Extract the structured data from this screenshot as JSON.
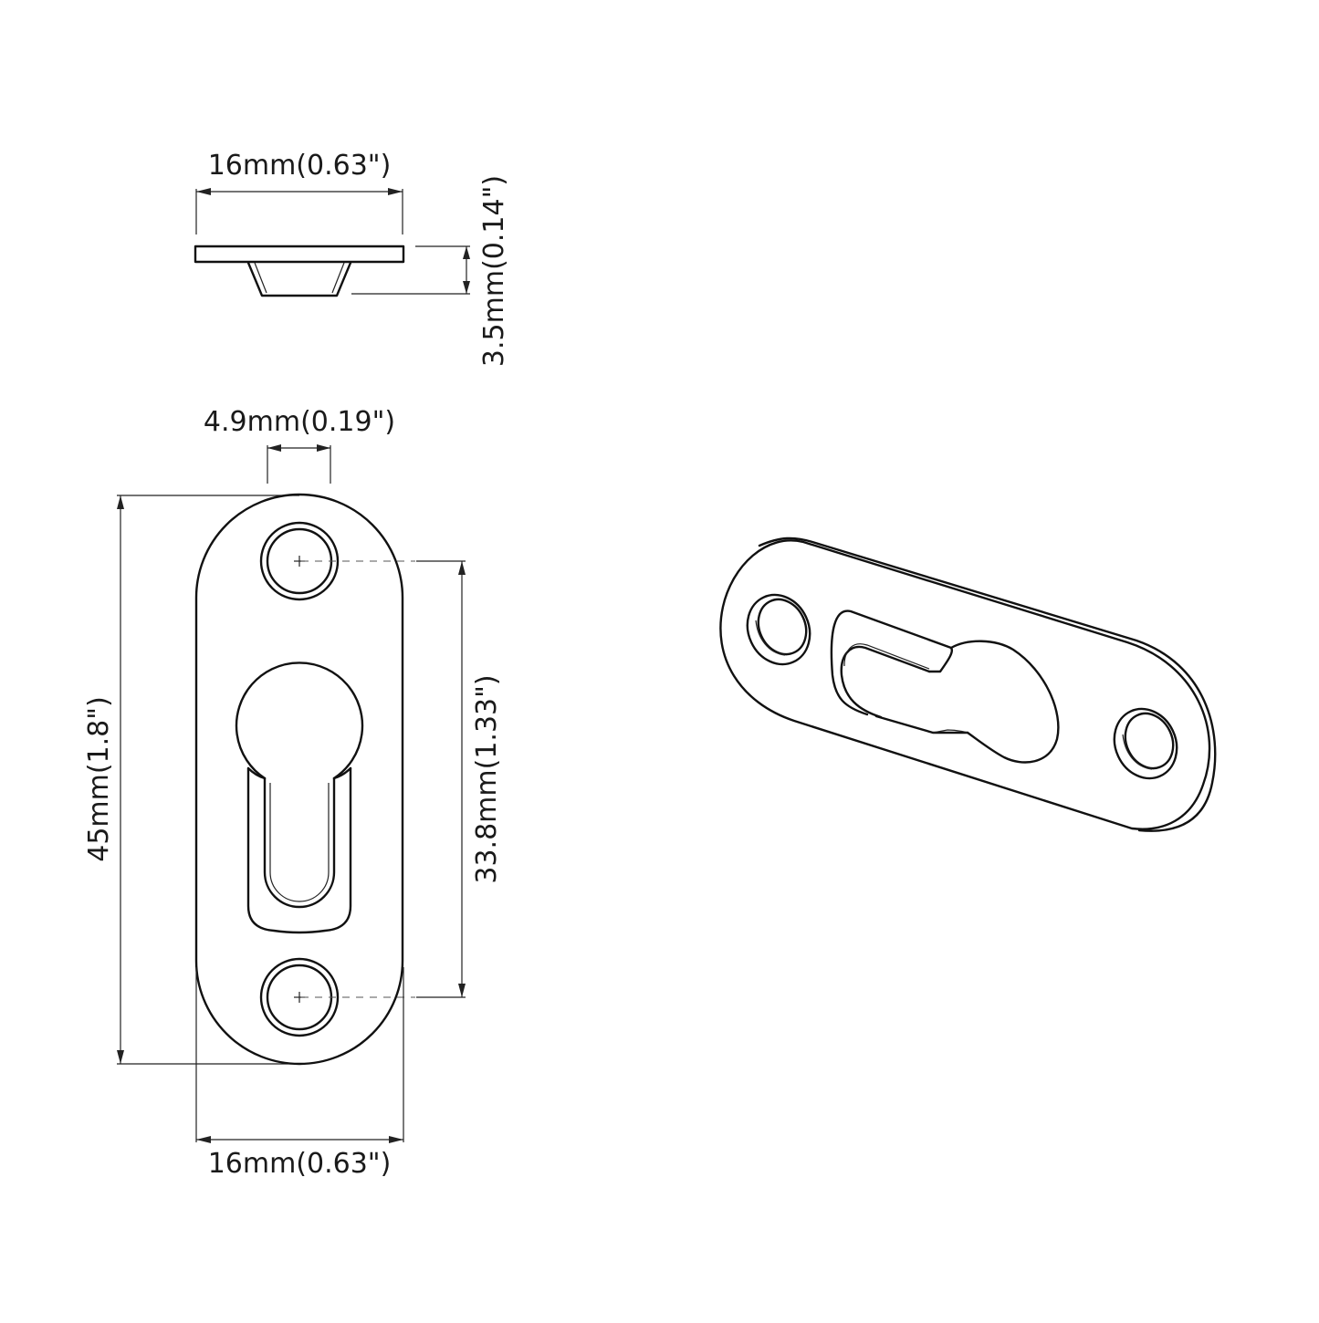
{
  "drawing": {
    "title": "Keyhole hanger dimension drawing",
    "line_color": "#111111",
    "background": "#ffffff"
  },
  "side_view": {
    "width_label": "16mm(0.63\")",
    "height_label": "3.5mm(0.14\")"
  },
  "front_view": {
    "slot_width_label": "4.9mm(0.19\")",
    "overall_length_label": "45mm(1.8\")",
    "hole_spacing_label": "33.8mm(1.33\")",
    "width_label": "16mm(0.63\")"
  },
  "iso_view": {
    "label": ""
  }
}
